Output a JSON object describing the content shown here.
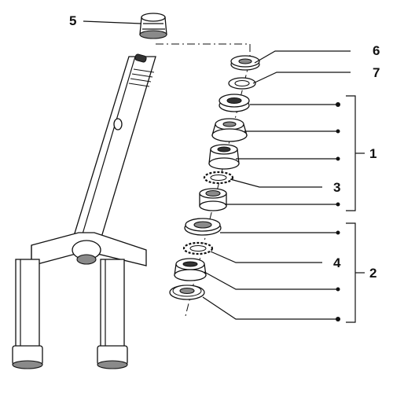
{
  "callouts": {
    "c5": "5",
    "c6": "6",
    "c7": "7",
    "c1": "1",
    "c3": "3",
    "c2": "2",
    "c4": "4"
  },
  "colors": {
    "ink": "#111111",
    "shade": "#8a8a8a",
    "paper": "#ffffff"
  }
}
